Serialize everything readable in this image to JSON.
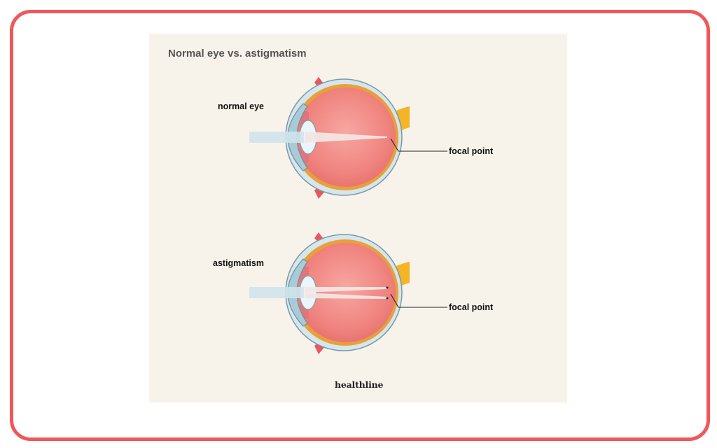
{
  "diagram": {
    "title": "Normal eye vs. astigmatism",
    "panels": [
      {
        "label": "normal eye",
        "callout": "focal point"
      },
      {
        "label": "astigmatism",
        "callout": "focal point"
      }
    ],
    "brand": "healthline"
  },
  "colors": {
    "frame_border": "#f0575a",
    "background": "#f8f3ea",
    "eyeball": "#f08a86",
    "sclera": "#cfe3ea",
    "lens": "#e6f4f8",
    "nerve": "#f3b425"
  }
}
